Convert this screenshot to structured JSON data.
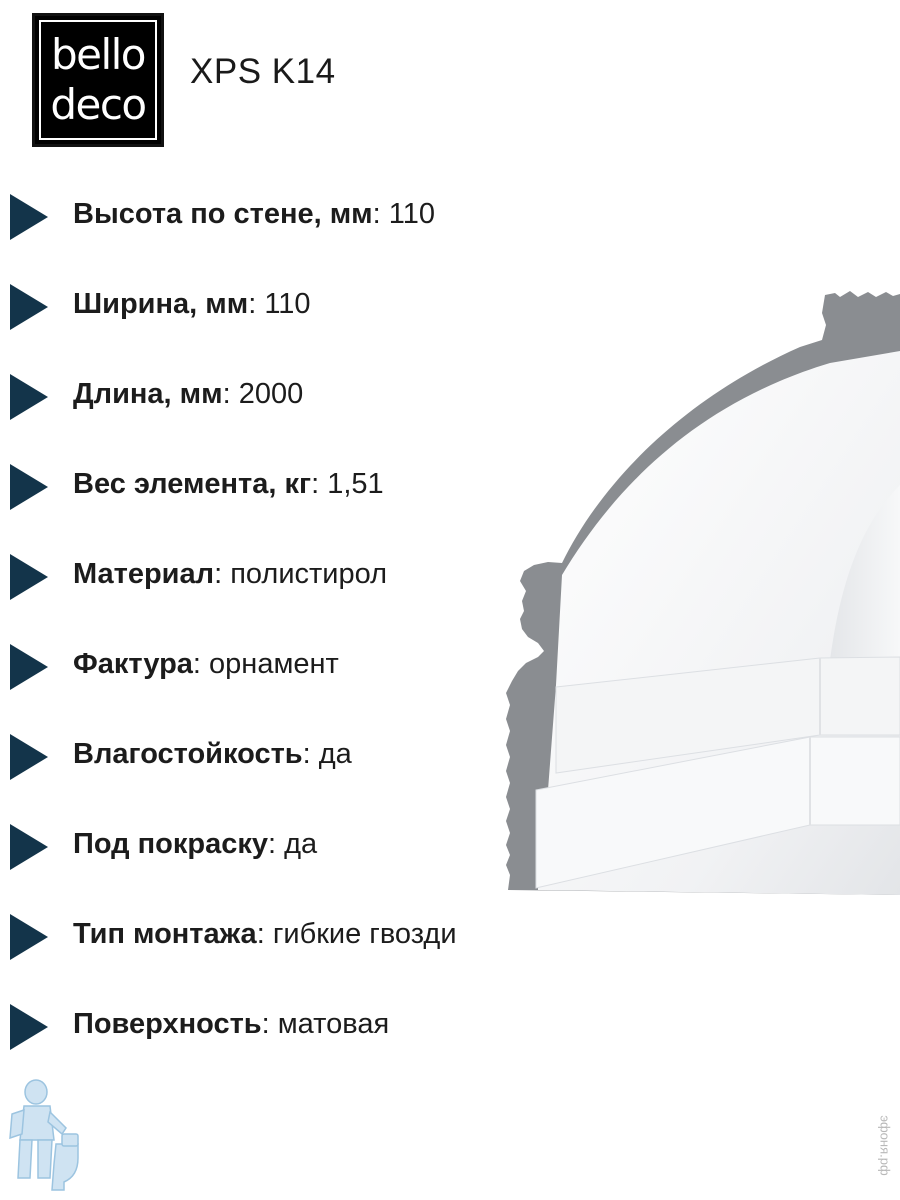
{
  "brand": {
    "logo_line1": "bello",
    "logo_line2": "deco"
  },
  "product": {
    "title": "XPS K14"
  },
  "specs": [
    {
      "label": "Высота по стене, мм",
      "value": "110"
    },
    {
      "label": "Ширина, мм",
      "value": "110"
    },
    {
      "label": "Длина, мм",
      "value": "2000"
    },
    {
      "label": "Вес элемента, кг",
      "value": "1,51"
    },
    {
      "label": "Материал",
      "value": "полистирол"
    },
    {
      "label": "Фактура",
      "value": "орнамент"
    },
    {
      "label": "Влагостойкость",
      "value": "да"
    },
    {
      "label": "Под покраску",
      "value": "да"
    },
    {
      "label": "Тип монтажа",
      "value": "гибкие гвозди"
    },
    {
      "label": "Поверхность",
      "value": "матовая"
    }
  ],
  "watermark": "эфоня.рф",
  "colors": {
    "bullet": "#13344a",
    "profile_edge": "#8a8d91",
    "text": "#1c1c1c"
  },
  "icons": {
    "bullet": "triangle-arrow-icon",
    "molding": "cornice-profile-image",
    "mascot": "plumber-mascot-icon"
  }
}
